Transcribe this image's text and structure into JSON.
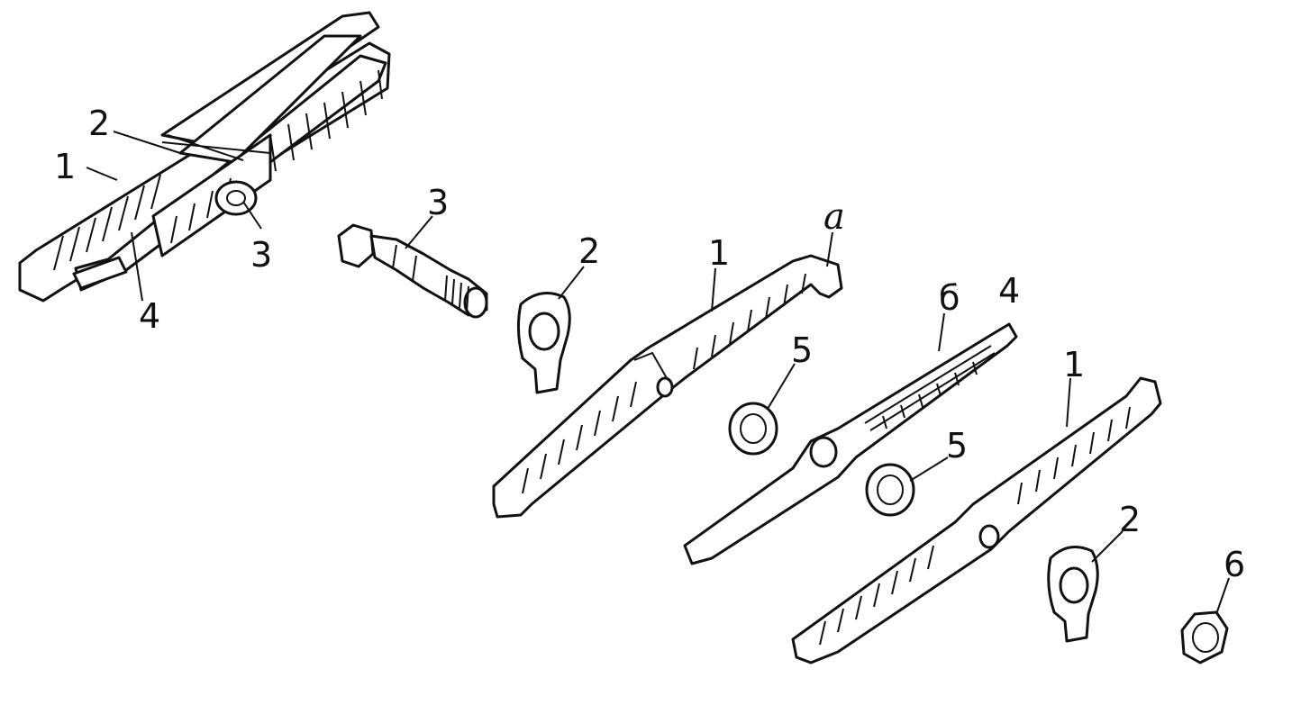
{
  "diagram": {
    "colors": {
      "ink": "#111111",
      "paper": "#ffffff"
    },
    "callouts": [
      {
        "id": "assembly-1",
        "text": "1"
      },
      {
        "id": "assembly-2",
        "text": "2"
      },
      {
        "id": "assembly-3",
        "text": "3"
      },
      {
        "id": "assembly-4",
        "text": "4"
      },
      {
        "id": "bolt-3",
        "text": "3"
      },
      {
        "id": "plate-upper-2",
        "text": "2"
      },
      {
        "id": "lever-upper-1",
        "text": "1"
      },
      {
        "id": "lever-upper-a",
        "text": "a"
      },
      {
        "id": "washer-upper-5",
        "text": "5"
      },
      {
        "id": "bar-b",
        "text": "б"
      },
      {
        "id": "bar-4",
        "text": "4"
      },
      {
        "id": "lever-lower-1",
        "text": "1"
      },
      {
        "id": "washer-lower-5",
        "text": "5"
      },
      {
        "id": "plate-lower-2",
        "text": "2"
      },
      {
        "id": "nut-6",
        "text": "6"
      }
    ]
  }
}
